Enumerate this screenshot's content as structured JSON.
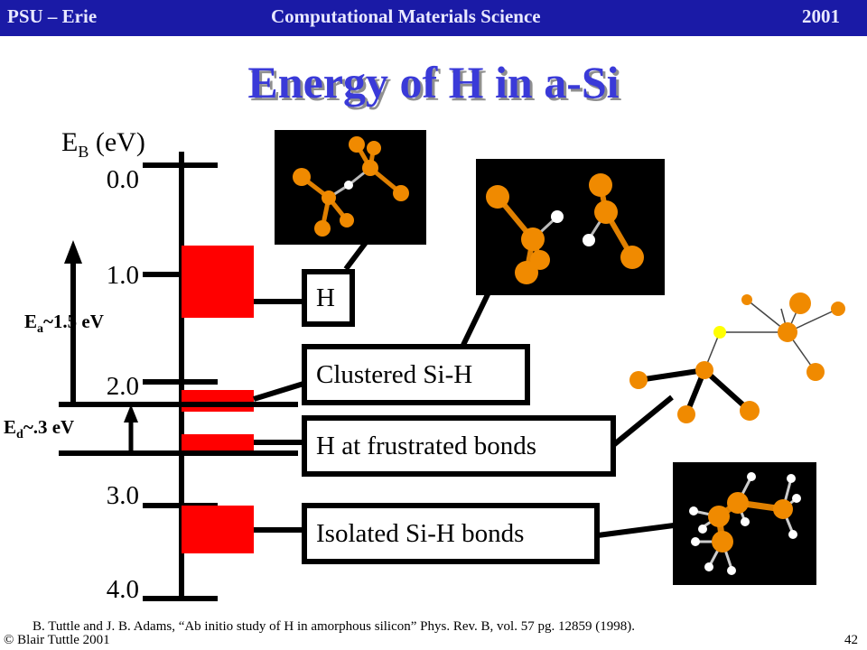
{
  "header": {
    "left": "PSU – Erie",
    "center": "Computational Materials Science",
    "right": "2001"
  },
  "title": "Energy of H in a-Si",
  "axis": {
    "label_main": "E",
    "label_sub": "B",
    "label_unit": " (eV)",
    "ticks": [
      "0.0",
      "1.0",
      "2.0",
      "3.0",
      "4.0"
    ]
  },
  "activation": {
    "ea_main": "E",
    "ea_sub": "a",
    "ea_value": "~1.5 eV",
    "ed_main": "E",
    "ed_sub": "d",
    "ed_value": "~.3 eV"
  },
  "states": [
    {
      "label": "H"
    },
    {
      "label": "Clustered Si-H"
    },
    {
      "label": "H at frustrated bonds"
    },
    {
      "label": "Isolated Si-H bonds"
    }
  ],
  "colors": {
    "header_bg": "#1a1aa6",
    "title": "#3a3ad8",
    "state_bar": "#ff0000",
    "si_atom": "#f08a00",
    "h_atom": "#ffffff",
    "h_atom_frustrated": "#ffff00"
  },
  "icons": [
    "molecule-h-panel",
    "molecule-clustered-panel",
    "molecule-frustrated",
    "molecule-isolated-panel"
  ],
  "citation": "B. Tuttle and J. B. Adams, “Ab initio study of H in amorphous silicon” Phys. Rev. B, vol. 57 pg. 12859 (1998).",
  "footer": {
    "copyright": "© Blair Tuttle 2001",
    "page": "42"
  }
}
